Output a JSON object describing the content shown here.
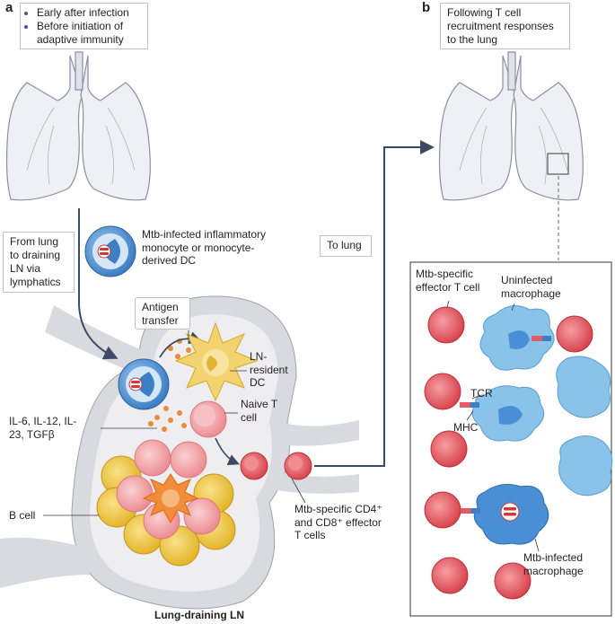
{
  "panels": {
    "a": "a",
    "b": "b"
  },
  "panel_a": {
    "conditions": [
      "Early after infection",
      "Before initiation of adaptive immunity"
    ],
    "lymph_label": "From lung to draining LN via lymphatics",
    "infected_cell_label": "Mtb-infected inflammatory monocyte or monocyte-derived DC",
    "antigen_transfer": "Antigen transfer",
    "ln_resident_dc": "LN-resident DC",
    "naive_t": "Naive T cell",
    "cytokines": "IL-6, IL-12, IL-23, TGFβ",
    "b_cell": "B cell",
    "effector_t": "Mtb-specific CD4⁺ and CD8⁺ effector T cells",
    "ln_title": "Lung-draining LN"
  },
  "panel_b": {
    "condition": "Following T cell recruitment responses to the lung",
    "to_lung": "To lung",
    "effector_t": "Mtb-specific effector T cell",
    "uninfected_mac": "Uninfected macrophage",
    "tcr": "TCR",
    "mhc": "MHC",
    "infected_mac": "Mtb-infected macrophage"
  },
  "colors": {
    "lung_fill": "#eef0f6",
    "lung_stroke": "#8b8fa0",
    "ln_fill": "#d9dadf",
    "t_cell": "#e05c64",
    "naive_t": "#f2a9ac",
    "b_cell": "#f0cb45",
    "dc": "#f3d370",
    "macrophage": "#8ac3ea",
    "infected_mac": "#4a8fd6",
    "monocyte": "#3d7ec4",
    "arrow": "#3d4a66"
  }
}
